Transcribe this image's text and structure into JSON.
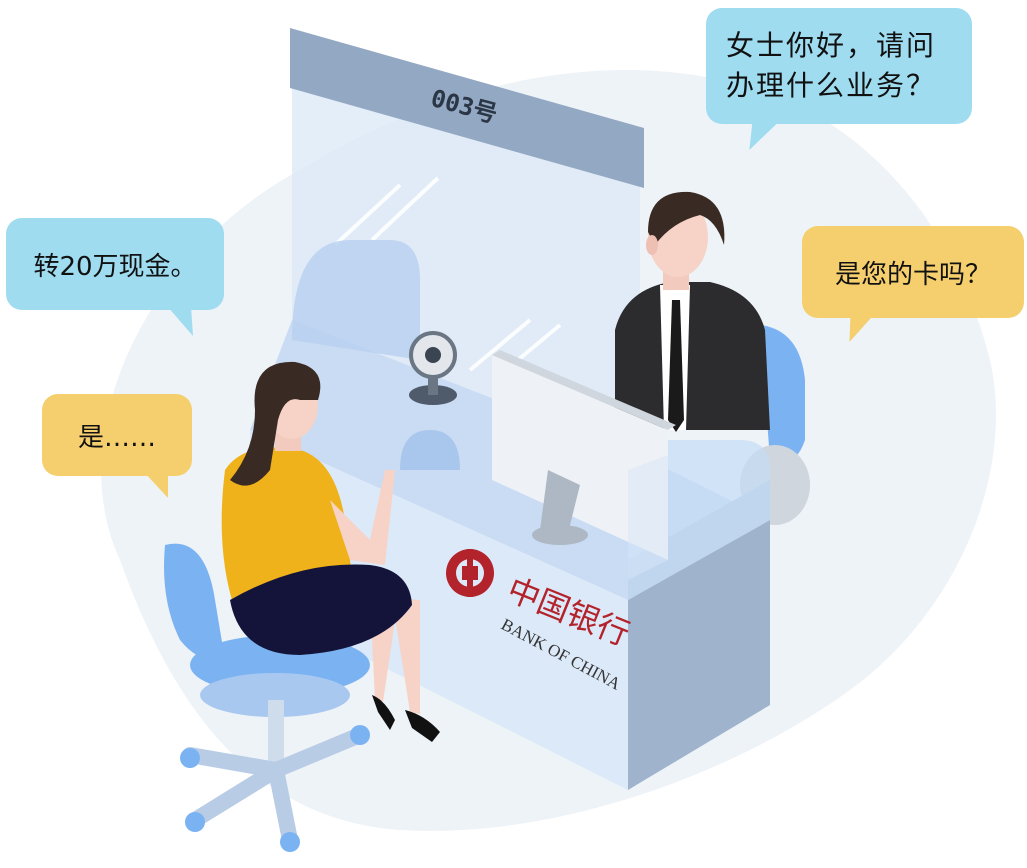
{
  "counter": {
    "number_sign": "003号"
  },
  "bank": {
    "name_cn": "中国银行",
    "name_en": "BANK OF CHINA"
  },
  "dialogue": {
    "teller_question": "女士你好，请问\n办理什么业务？",
    "teller_card": "是您的卡吗？",
    "customer_transfer": "转20万现金。",
    "customer_yes": "是……"
  },
  "colors": {
    "speech_blue": "#9fdcf0",
    "speech_yellow": "#f5cf6e",
    "blob_bg": "#eef3f8",
    "desk_light": "#dbe7f5",
    "desk_side": "#9fb3cc",
    "chair_blue": "#7bb3f2",
    "shirt_yellow": "#f0b21a",
    "skirt_navy": "#14143a",
    "bank_red": "#b3232b"
  }
}
